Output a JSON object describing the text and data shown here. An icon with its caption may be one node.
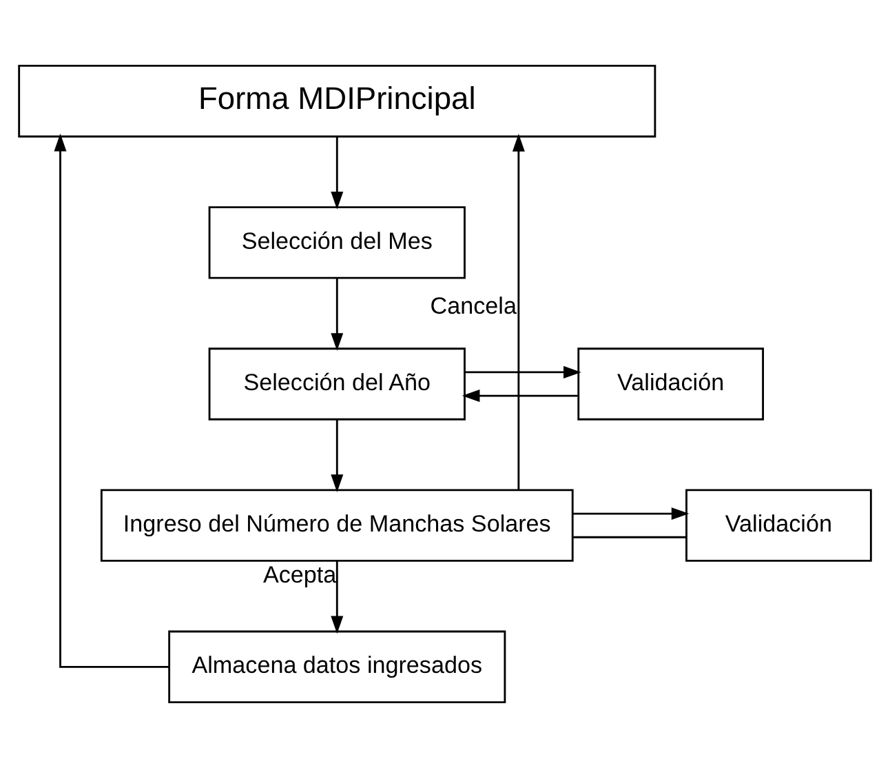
{
  "diagram": {
    "nodes": [
      {
        "text": [
          "Forma MDIPrincipal"
        ]
      },
      {
        "text": [
          "Selección del Mes"
        ]
      },
      {
        "text": [
          "Selección del Año"
        ]
      },
      {
        "text": [
          "Validación"
        ]
      },
      {
        "text": [
          "Ingreso del Número de Manchas Solares"
        ]
      },
      {
        "text": [
          "Validación"
        ]
      },
      {
        "text": [
          "Almacena datos ingresados"
        ]
      }
    ],
    "edges": [
      {
        "from": 0,
        "to": 1,
        "arrow": "to"
      },
      {
        "from": 1,
        "to": 2,
        "arrow": "to"
      },
      {
        "from": 2,
        "to": 3,
        "arrow": "to"
      },
      {
        "from": 3,
        "to": 2,
        "arrow": "to"
      },
      {
        "from": 2,
        "to": 4,
        "arrow": "to"
      },
      {
        "from": 4,
        "to": 5,
        "arrow": "to"
      },
      {
        "from": 5,
        "to": 4,
        "arrow": "none"
      },
      {
        "from": 4,
        "to": 0,
        "arrow": "to",
        "label": "Cancela"
      },
      {
        "from": 4,
        "to": 6,
        "arrow": "to",
        "label": "Acepta"
      },
      {
        "from": 6,
        "to": 0,
        "arrow": "to"
      }
    ]
  }
}
